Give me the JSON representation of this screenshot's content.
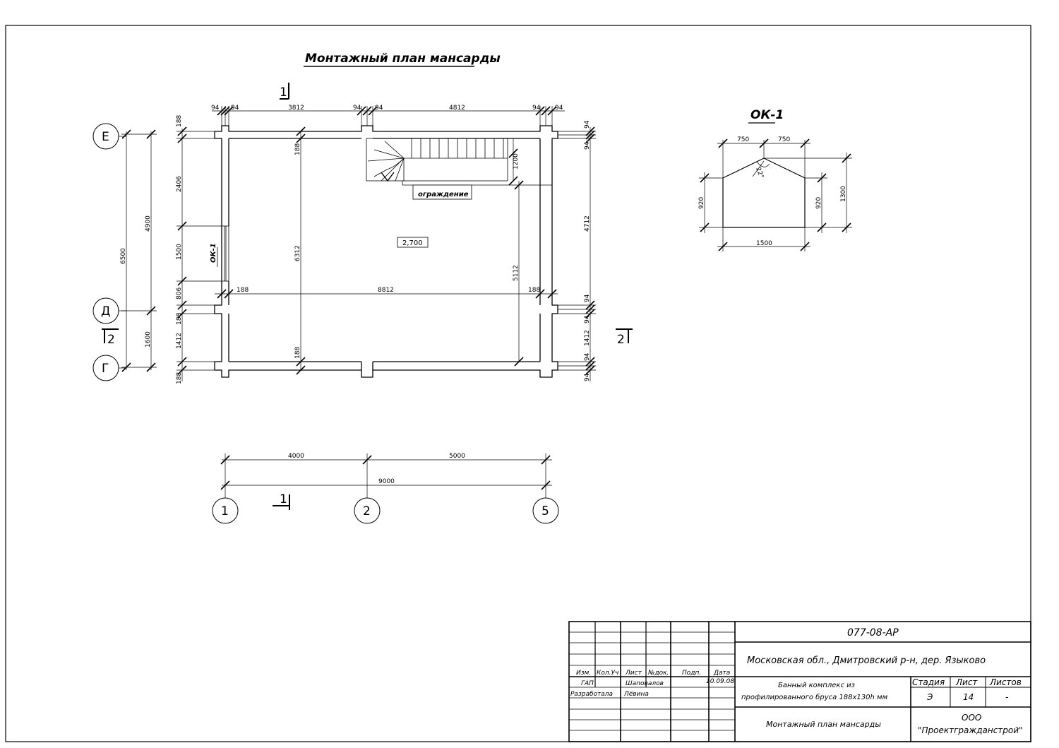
{
  "drawing": {
    "title": "Монтажный план мансарды",
    "section_marks": {
      "s1": "1",
      "s2": "2"
    },
    "axes": {
      "E": "Е",
      "D": "Д",
      "G": "Г",
      "a1": "1",
      "a2": "2",
      "a5": "5"
    },
    "top_dims": {
      "d94a": "94",
      "d94b": "94",
      "d3812": "3812",
      "d94c": "94",
      "d94d": "94",
      "d4812": "4812",
      "d94e": "94",
      "d94f": "94"
    },
    "left_dims": {
      "d188a": "188",
      "d2406": "2406",
      "d1500": "1500",
      "d806": "806",
      "d188b": "188",
      "d1412": "1412",
      "d188c": "188"
    },
    "outer_left_dims": {
      "d6500": "6500",
      "d4900": "4900",
      "d1600": "1600"
    },
    "right_dims": {
      "d94a": "94",
      "d94b": "94",
      "d4712": "4712",
      "d94c": "94",
      "d94d": "94",
      "d1412": "1412",
      "d94e": "94",
      "d94f": "94"
    },
    "inner_dims": {
      "d188top": "188",
      "d6312": "6312",
      "d188bot": "188",
      "d1200": "1200",
      "d5112": "5112",
      "d188l": "188",
      "d8812": "8812",
      "d188r": "188"
    },
    "window_label": "ОК-1",
    "railing_label": "ограждение",
    "level_mark": "2,700",
    "bottom_dims": {
      "d4000": "4000",
      "d5000": "5000",
      "d9000": "9000"
    }
  },
  "window_detail": {
    "title": "ОК-1",
    "dims": {
      "d750a": "750",
      "d750b": "750",
      "angle": "22°",
      "d920l": "920",
      "d920r": "920",
      "d1300": "1300",
      "d1500": "1500"
    }
  },
  "title_block": {
    "code": "077-08-АР",
    "location": "Московская обл., Дмитровский р-н, дер. Языково",
    "object": [
      "Банный комплекс из",
      "профилированного бруса 188х130h мм"
    ],
    "sheet_title": "Монтажный план мансарды",
    "company": [
      "ООО",
      "\"Проектгражданстрой\""
    ],
    "headers": {
      "izm": "Изм.",
      "kol": "Кол.Уч",
      "list": "Лист",
      "ndok": "№док.",
      "podp": "Подп.",
      "data": "Дата"
    },
    "rows": {
      "gap_role": "ГАП",
      "gap_name": "Шаповалов",
      "gap_date": "10.09.08",
      "dev_role": "Разработала",
      "dev_name": "Лёвина"
    },
    "stage_headers": {
      "stage": "Стадия",
      "sheet": "Лист",
      "sheets": "Листов"
    },
    "stage_values": {
      "stage": "Э",
      "sheet": "14",
      "sheets": "-"
    }
  }
}
